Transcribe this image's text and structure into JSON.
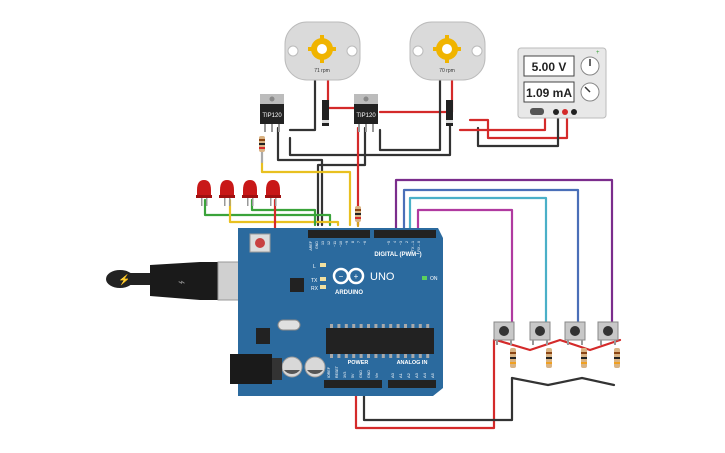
{
  "motors": [
    {
      "rpm_label": "71 rpm"
    },
    {
      "rpm_label": "70 rpm"
    }
  ],
  "power_supply": {
    "voltage": "5.00 V",
    "current": "1.09 mA",
    "plus_mark": "+"
  },
  "transistors": [
    {
      "label": "TIP120"
    },
    {
      "label": "TIP120"
    }
  ],
  "arduino": {
    "brand": "ARDUINO",
    "model": "UNO",
    "digital_label": "DIGITAL (PWM~)",
    "power_label": "POWER",
    "analog_label": "ANALOG IN",
    "on_label": "ON",
    "led_labels": [
      "L",
      "TX",
      "RX"
    ],
    "top_pins": [
      "AREF",
      "GND",
      "13",
      "12",
      "~11",
      "~10",
      "~9",
      "8",
      "7",
      "~6",
      "~5",
      "4",
      "~3",
      "2",
      "TX→1",
      "RX←0"
    ],
    "power_pins": [
      "IOREF",
      "RESET",
      "3V3",
      "5V",
      "GND",
      "GND",
      "Vin"
    ],
    "analog_pins": [
      "A0",
      "A1",
      "A2",
      "A3",
      "A4",
      "A5"
    ]
  },
  "colors": {
    "board": "#2b6a9e",
    "board_dark": "#1f4f78",
    "wire_red": "#d42a2a",
    "wire_black": "#333333",
    "wire_yellow": "#e8c020",
    "wire_green": "#3aa33a",
    "wire_purple": "#7b2d8c",
    "wire_blue": "#4a6fb8",
    "wire_cyan": "#4ab0c8",
    "wire_magenta": "#b03aa0",
    "led_red": "#c81818",
    "motor_body": "#dadada",
    "motor_gear": "#f0b400"
  }
}
